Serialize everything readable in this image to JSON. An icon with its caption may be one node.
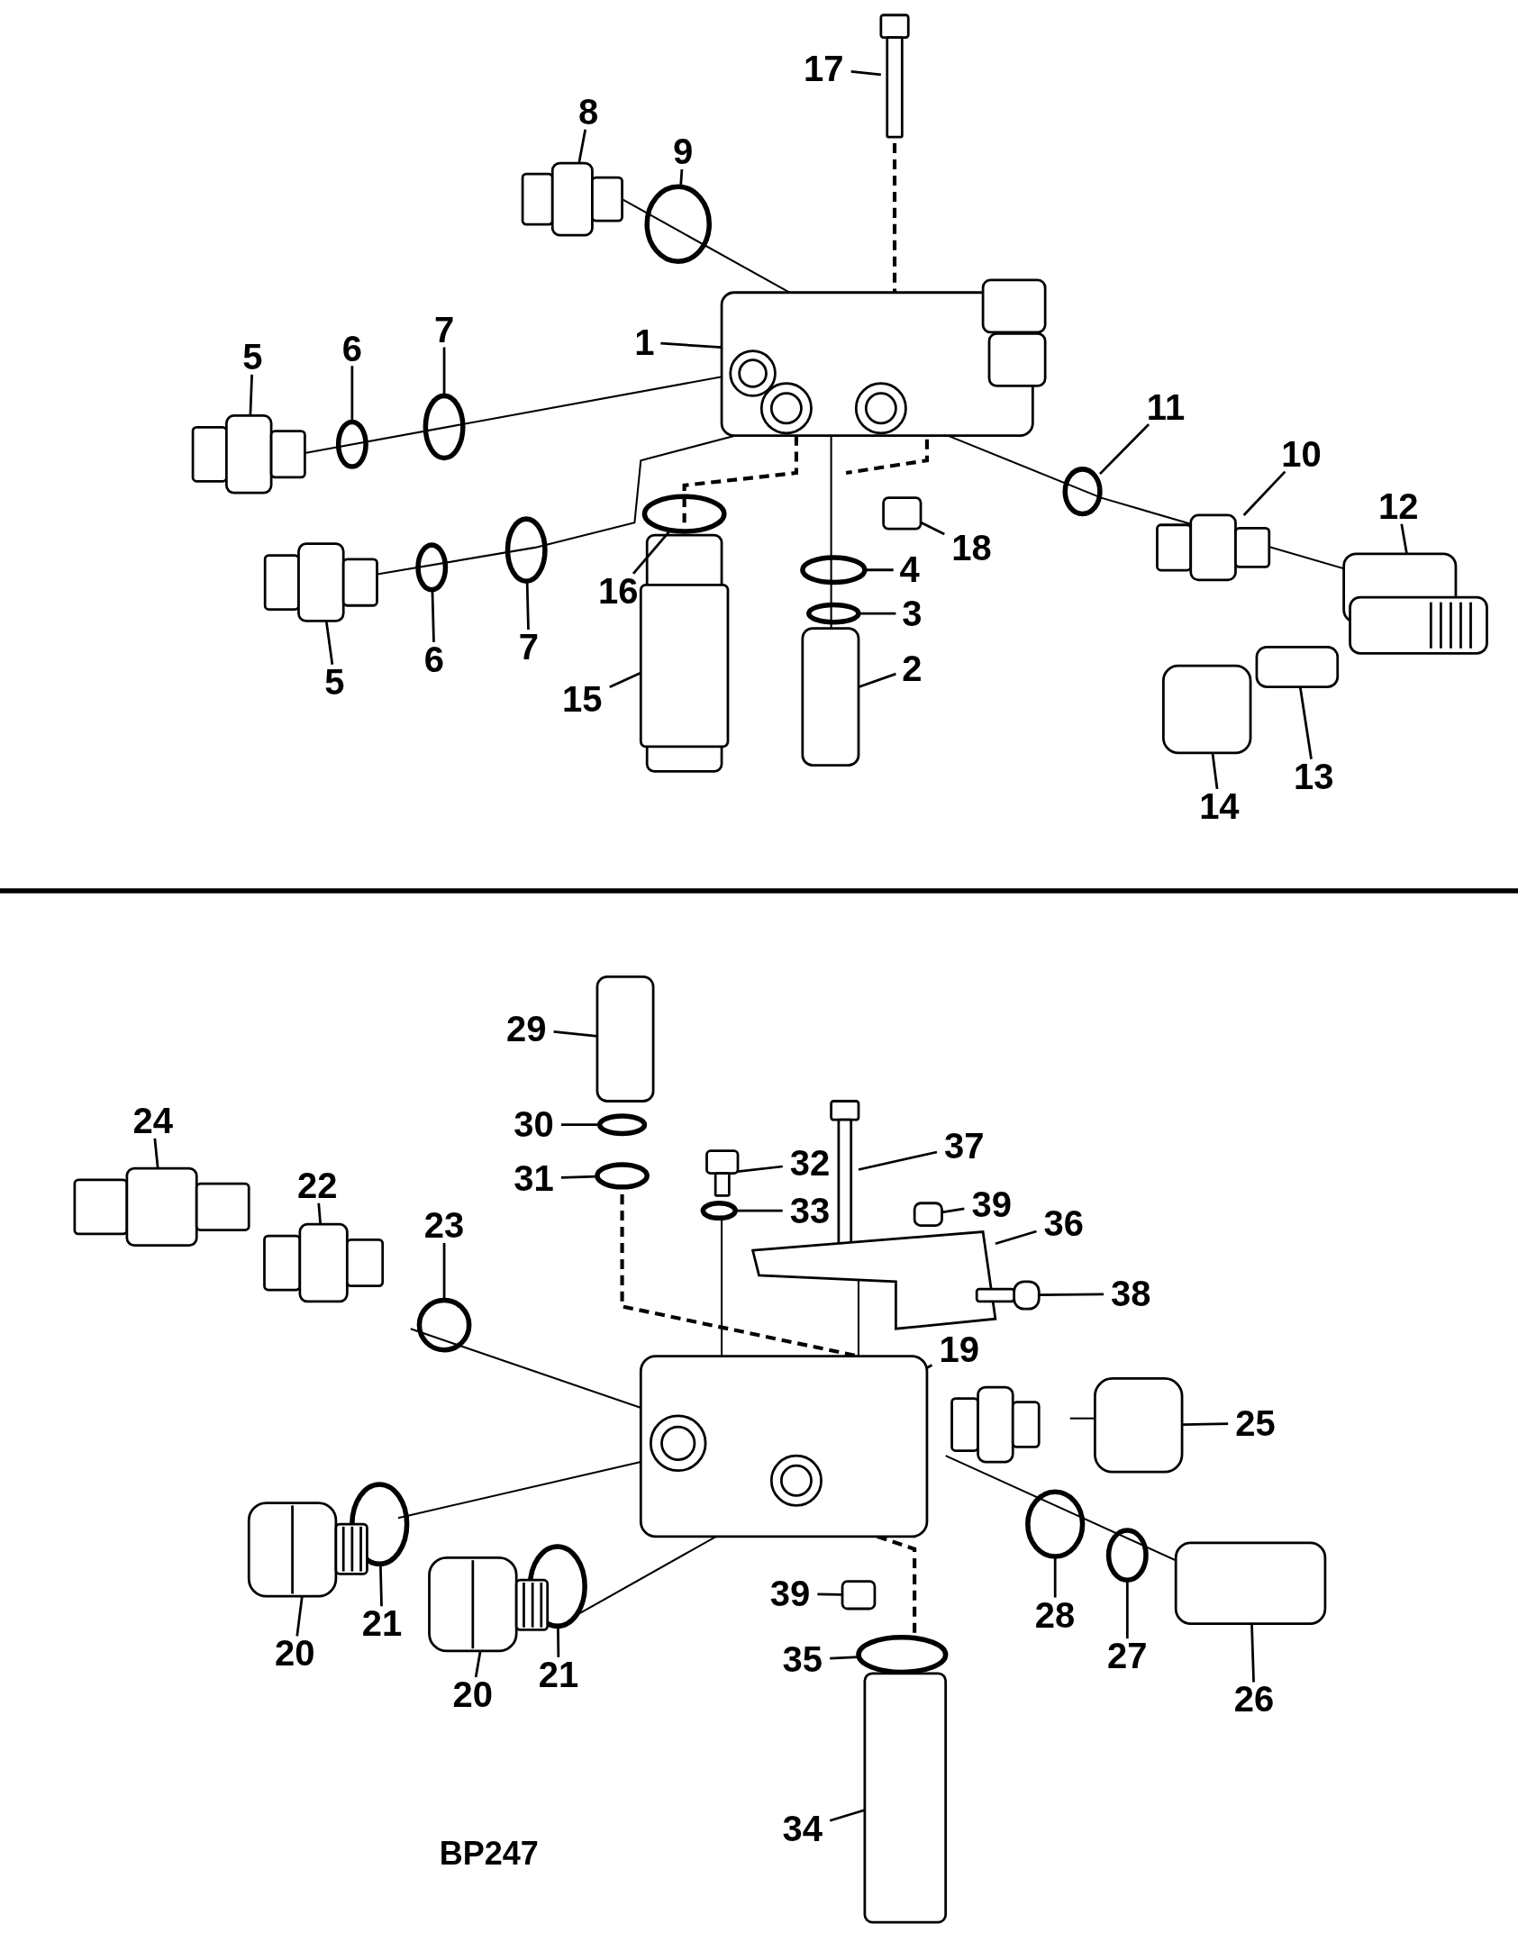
{
  "diagram": {
    "nodes": [
      {
        "text": [
          "17"
        ]
      },
      {
        "text": [
          "8"
        ]
      },
      {
        "text": [
          "9"
        ]
      },
      {
        "text": [
          "1"
        ]
      },
      {
        "text": [
          "5"
        ]
      },
      {
        "text": [
          "6"
        ]
      },
      {
        "text": [
          "7"
        ]
      },
      {
        "text": [
          "11"
        ]
      },
      {
        "text": [
          "10"
        ]
      },
      {
        "text": [
          "12"
        ]
      },
      {
        "text": [
          "18"
        ]
      },
      {
        "text": [
          "16"
        ]
      },
      {
        "text": [
          "4"
        ]
      },
      {
        "text": [
          "3"
        ]
      },
      {
        "text": [
          "2"
        ]
      },
      {
        "text": [
          "5"
        ]
      },
      {
        "text": [
          "6"
        ]
      },
      {
        "text": [
          "7"
        ]
      },
      {
        "text": [
          "15"
        ]
      },
      {
        "text": [
          "13"
        ]
      },
      {
        "text": [
          "14"
        ]
      },
      {
        "text": [
          "29"
        ]
      },
      {
        "text": [
          "24"
        ]
      },
      {
        "text": [
          "30"
        ]
      },
      {
        "text": [
          "37"
        ]
      },
      {
        "text": [
          "32"
        ]
      },
      {
        "text": [
          "31"
        ]
      },
      {
        "text": [
          "22"
        ]
      },
      {
        "text": [
          "39"
        ]
      },
      {
        "text": [
          "33"
        ]
      },
      {
        "text": [
          "23"
        ]
      },
      {
        "text": [
          "36"
        ]
      },
      {
        "text": [
          "38"
        ]
      },
      {
        "text": [
          "19"
        ]
      },
      {
        "text": [
          "25"
        ]
      },
      {
        "text": [
          "39"
        ]
      },
      {
        "text": [
          "21"
        ]
      },
      {
        "text": [
          "28"
        ]
      },
      {
        "text": [
          "20"
        ]
      },
      {
        "text": [
          "27"
        ]
      },
      {
        "text": [
          "35"
        ]
      },
      {
        "text": [
          "21"
        ]
      },
      {
        "text": [
          "20"
        ]
      },
      {
        "text": [
          "26"
        ]
      },
      {
        "text": [
          "34"
        ]
      },
      {
        "text": [],
        "shape": "picture"
      },
      {
        "text": [],
        "shape": "picture"
      },
      {
        "text": [],
        "shape": "circle"
      },
      {
        "text": [],
        "shape": "picture"
      },
      {
        "text": [],
        "shape": "picture"
      },
      {
        "text": [],
        "shape": "circle"
      },
      {
        "text": [],
        "shape": "circle"
      },
      {
        "text": [],
        "shape": "circle"
      },
      {
        "text": [],
        "shape": "picture"
      },
      {
        "text": [],
        "shape": "picture"
      },
      {
        "text": [],
        "shape": "box"
      },
      {
        "text": [],
        "shape": "circle"
      },
      {
        "text": [],
        "shape": "circle"
      },
      {
        "text": [],
        "shape": "circle"
      },
      {
        "text": [],
        "shape": "box"
      },
      {
        "text": [],
        "shape": "picture"
      },
      {
        "text": [],
        "shape": "circle"
      },
      {
        "text": [],
        "shape": "circle"
      },
      {
        "text": [],
        "shape": "picture"
      },
      {
        "text": [],
        "shape": "box"
      },
      {
        "text": [],
        "shape": "box"
      },
      {
        "text": [],
        "shape": "box"
      },
      {
        "text": [],
        "shape": "picture"
      },
      {
        "text": [],
        "shape": "circle"
      },
      {
        "text": [],
        "shape": "picture"
      },
      {
        "text": [],
        "shape": "picture"
      },
      {
        "text": [],
        "shape": "circle"
      },
      {
        "text": [],
        "shape": "picture"
      },
      {
        "text": [],
        "shape": "box"
      },
      {
        "text": [],
        "shape": "circle"
      },
      {
        "text": [],
        "shape": "circle"
      },
      {
        "text": [],
        "shape": "picture"
      },
      {
        "text": [],
        "shape": "picture"
      },
      {
        "text": [],
        "shape": "picture"
      },
      {
        "text": [],
        "shape": "box"
      },
      {
        "text": [],
        "shape": "box"
      },
      {
        "text": [],
        "shape": "circle"
      },
      {
        "text": [],
        "shape": "circle"
      },
      {
        "text": [],
        "shape": "picture"
      },
      {
        "text": [],
        "shape": "circle"
      },
      {
        "text": [],
        "shape": "circle"
      },
      {
        "text": [],
        "shape": "circle"
      },
      {
        "text": [],
        "shape": "picture"
      },
      {
        "text": [],
        "shape": "box"
      },
      {
        "text": [],
        "shape": "box"
      }
    ],
    "edges": [
      {
        "from": 0,
        "to": 45,
        "arrow": "none"
      },
      {
        "from": 1,
        "to": 46,
        "arrow": "none"
      },
      {
        "from": 2,
        "to": 47,
        "arrow": "none"
      },
      {
        "from": 3,
        "to": 48,
        "arrow": "none"
      },
      {
        "from": 4,
        "to": 49,
        "arrow": "none"
      },
      {
        "from": 5,
        "to": 50,
        "arrow": "none"
      },
      {
        "from": 6,
        "to": 51,
        "arrow": "none"
      },
      {
        "from": 7,
        "to": 52,
        "arrow": "none"
      },
      {
        "from": 8,
        "to": 53,
        "arrow": "none"
      },
      {
        "from": 9,
        "to": 54,
        "arrow": "none"
      },
      {
        "from": 10,
        "to": 55,
        "arrow": "none"
      },
      {
        "from": 11,
        "to": 56,
        "arrow": "none"
      },
      {
        "from": 12,
        "to": 57,
        "arrow": "none"
      },
      {
        "from": 13,
        "to": 58,
        "arrow": "none"
      },
      {
        "from": 14,
        "to": 59,
        "arrow": "none"
      },
      {
        "from": 15,
        "to": 60,
        "arrow": "none"
      },
      {
        "from": 16,
        "to": 61,
        "arrow": "none"
      },
      {
        "from": 17,
        "to": 62,
        "arrow": "none"
      },
      {
        "from": 18,
        "to": 63,
        "arrow": "none"
      },
      {
        "from": 19,
        "to": 64,
        "arrow": "none"
      },
      {
        "from": 20,
        "to": 65,
        "arrow": "none"
      },
      {
        "from": 21,
        "to": 66,
        "arrow": "none"
      },
      {
        "from": 22,
        "to": 67,
        "arrow": "none"
      },
      {
        "from": 23,
        "to": 68,
        "arrow": "none"
      },
      {
        "from": 24,
        "to": 69,
        "arrow": "none"
      },
      {
        "from": 25,
        "to": 70,
        "arrow": "none"
      },
      {
        "from": 26,
        "to": 71,
        "arrow": "none"
      },
      {
        "from": 27,
        "to": 72,
        "arrow": "none"
      },
      {
        "from": 28,
        "to": 73,
        "arrow": "none"
      },
      {
        "from": 29,
        "to": 74,
        "arrow": "none"
      },
      {
        "from": 30,
        "to": 75,
        "arrow": "none"
      },
      {
        "from": 31,
        "to": 76,
        "arrow": "none"
      },
      {
        "from": 32,
        "to": 77,
        "arrow": "none"
      },
      {
        "from": 33,
        "to": 78,
        "arrow": "none"
      },
      {
        "from": 34,
        "to": 79,
        "arrow": "none"
      },
      {
        "from": 35,
        "to": 80,
        "arrow": "none"
      },
      {
        "from": 36,
        "to": 81,
        "arrow": "none"
      },
      {
        "from": 37,
        "to": 82,
        "arrow": "none"
      },
      {
        "from": 38,
        "to": 83,
        "arrow": "none"
      },
      {
        "from": 39,
        "to": 84,
        "arrow": "none"
      },
      {
        "from": 40,
        "to": 85,
        "arrow": "none"
      },
      {
        "from": 41,
        "to": 86,
        "arrow": "none"
      },
      {
        "from": 42,
        "to": 87,
        "arrow": "none"
      },
      {
        "from": 43,
        "to": 88,
        "arrow": "none"
      },
      {
        "from": 44,
        "to": 89,
        "arrow": "none"
      }
    ],
    "labels": [
      "BP247"
    ]
  }
}
